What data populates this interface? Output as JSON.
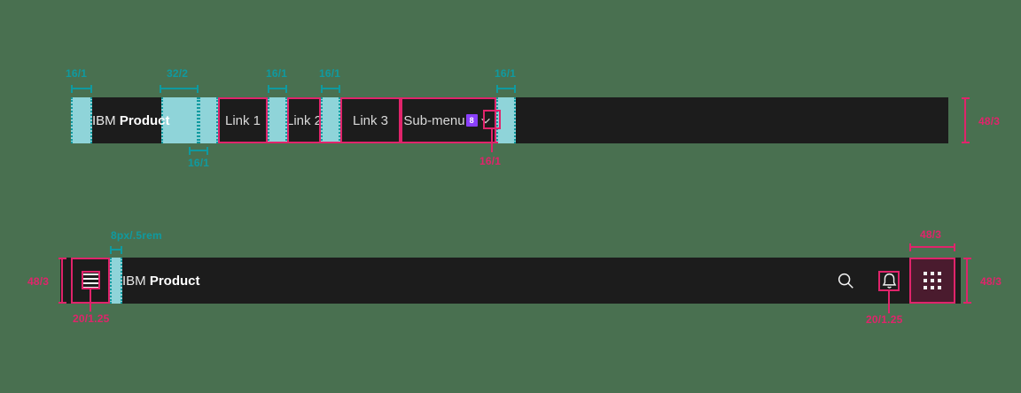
{
  "background_color": "#497050",
  "colors": {
    "header_bg": "#1c1c1c",
    "spacer_teal": "#8fd4d9",
    "teal_annotation": "#0f9aa0",
    "pink_annotation": "#e0246b",
    "badge_purple": "#8a3ffc",
    "app_switcher_bg": "#4a1b2e",
    "text_light": "#d9d9d9"
  },
  "top_header": {
    "brand_prefix": "IBM",
    "brand_name": "Product",
    "nav_items": [
      {
        "label": "Link 1"
      },
      {
        "label": "Link 2"
      },
      {
        "label": "Link 3"
      }
    ],
    "submenu": {
      "label": "Sub-menu",
      "badge": "8",
      "chevron_icon": "chevron-down-icon"
    },
    "annotations": {
      "left_pad": "16/1",
      "brand_gap": "32/2",
      "link1_gap": "16/1",
      "link2_gap": "16/1",
      "submenu_gap": "16/1",
      "below_brand": "16/1",
      "chevron_pad": "16/1",
      "header_height": "48/3"
    }
  },
  "bottom_header": {
    "menu_icon": "hamburger-menu-icon",
    "brand_prefix": "IBM",
    "brand_name": "Product",
    "actions": [
      {
        "icon": "search-icon",
        "name": "search-button"
      },
      {
        "icon": "notification-bell-icon",
        "name": "notification-button"
      },
      {
        "icon": "app-switcher-grid-icon",
        "name": "app-switcher-button"
      }
    ],
    "annotations": {
      "menu_button_height": "48/3",
      "menu_icon_size": "20/1.25",
      "brand_offset": "8px/.5rem",
      "bell_icon_size": "20/1.25",
      "app_switcher_width": "48/3",
      "app_switcher_height": "48/3",
      "header_height": "48/3"
    }
  }
}
